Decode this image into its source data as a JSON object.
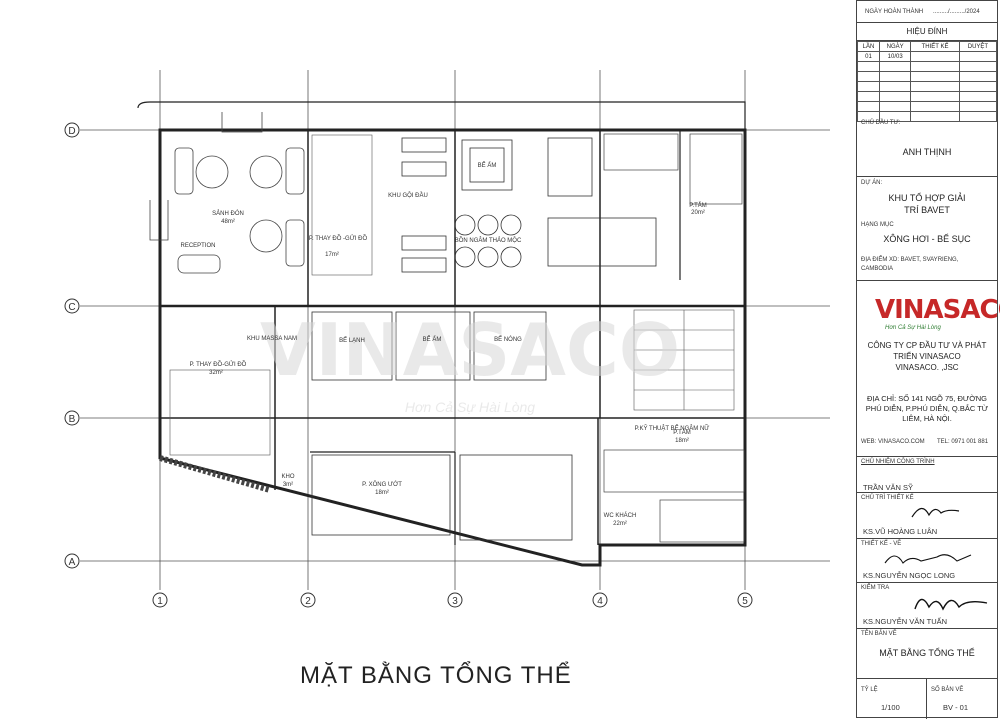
{
  "drawing": {
    "title": "MẶT BẰNG TỔNG THỂ",
    "watermark": "VINASACO",
    "watermark_tagline": "Hơn Cả Sự Hài Lòng",
    "grid_columns": [
      "1",
      "2",
      "3",
      "4",
      "5"
    ],
    "grid_rows": [
      "D",
      "C",
      "B",
      "A"
    ],
    "rooms": {
      "lobby": "SẢNH ĐÓN",
      "lobby_area": "48m²",
      "reception": "RECEPTION",
      "changing_top": "P. THAY ĐỒ -GỬI ĐỒ",
      "changing_top_area": "17m²",
      "hair_wash": "KHU GỘI ĐẦU",
      "warm_tub": "BỂ ẤM",
      "herbal_soak": "BỒN NGÂM THẢO MỘC",
      "shower_top": "P.TẮM",
      "shower_top_area": "20m²",
      "massage_area": "KHU MASSA NAM",
      "changing_mid": "P. THAY ĐỒ-GỬI ĐỒ",
      "changing_mid_area": "32m²",
      "cold_pool": "BỂ LẠNH",
      "warm_pool": "BỂ ẤM",
      "hot_pool": "BỂ NÓNG",
      "pool_tech": "P.KỸ THUẬT BỂ NGÂM NỮ",
      "shower_mid": "P.TẮM",
      "shower_mid_area": "18m²",
      "storage": "KHO",
      "storage_area": "3m²",
      "steam": "P. XÔNG ƯỚT",
      "steam_area": "18m²",
      "guest_wc": "WC KHÁCH",
      "guest_wc_area": "22m²"
    }
  },
  "title_block": {
    "completion_label": "NGÀY HOÀN THÀNH",
    "completion_value": "........./........./2024",
    "revision_heading": "HIỆU ĐÍNH",
    "revision_cols": [
      "LẦN",
      "NGÀY",
      "THIẾT KẾ",
      "DUYỆT"
    ],
    "revision_rows": [
      [
        "01",
        "10/03",
        "",
        ""
      ],
      [
        "",
        "",
        "",
        ""
      ],
      [
        "",
        "",
        "",
        ""
      ],
      [
        "",
        "",
        "",
        ""
      ],
      [
        "",
        "",
        "",
        ""
      ],
      [
        "",
        "",
        "",
        ""
      ],
      [
        "",
        "",
        "",
        ""
      ]
    ],
    "owner_label": "CHỦ ĐẦU TƯ:",
    "owner": "ANH THỊNH",
    "project_label": "DỰ ÁN:",
    "project_line1": "KHU TỔ HỢP GIẢI",
    "project_line2": "TRÍ BAVET",
    "category_label": "HẠNG MỤC",
    "category": "XÔNG HƠI - BỂ SỤC",
    "location_line1": "ĐỊA ĐIỂM XD: BAVET, SVAYRIENG,",
    "location_line2": "CAMBODIA",
    "brand": "VINASACO",
    "brand_tagline": "Hơn Cả Sự Hài Lòng",
    "company_line1": "CÔNG TY CP ĐẦU TƯ VÀ PHÁT",
    "company_line2": "TRIỂN VINASACO",
    "company_line3": "VINASACO.    ,JSC",
    "address_line1": "ĐỊA CHỈ: SỐ 141 NGÕ 75, ĐƯỜNG",
    "address_line2": "PHÚ DIỄN, P.PHÚ DIỄN, Q.BẮC TỪ",
    "address_line3": "LIÊM, HÀ NỘI.",
    "web": "WEB: VINASACO.COM",
    "tel": "TEL: 0971 001 881",
    "chief_label": "CHỦ NHIỆM CÔNG TRÌNH",
    "chief_name": "TRẦN VĂN SỸ",
    "designer_head_label": "CHỦ TRÌ THIẾT KẾ",
    "designer_head_name": "KS.VŨ HOÀNG LUÂN",
    "drafter_label": "THIẾT KẾ - VẼ",
    "drafter_name": "KS.NGUYỄN NGỌC LONG",
    "checker_label": "KIỂM TRA",
    "checker_name": "KS.NGUYỄN VĂN TUẤN",
    "sheet_name_label": "TÊN BẢN VẼ",
    "sheet_name": "MẶT BẰNG TỔNG THỂ",
    "scale_label": "TỶ LỆ",
    "scale": "1/100",
    "sheet_no_label": "SỐ BẢN VẼ",
    "sheet_no": "BV - 01"
  }
}
